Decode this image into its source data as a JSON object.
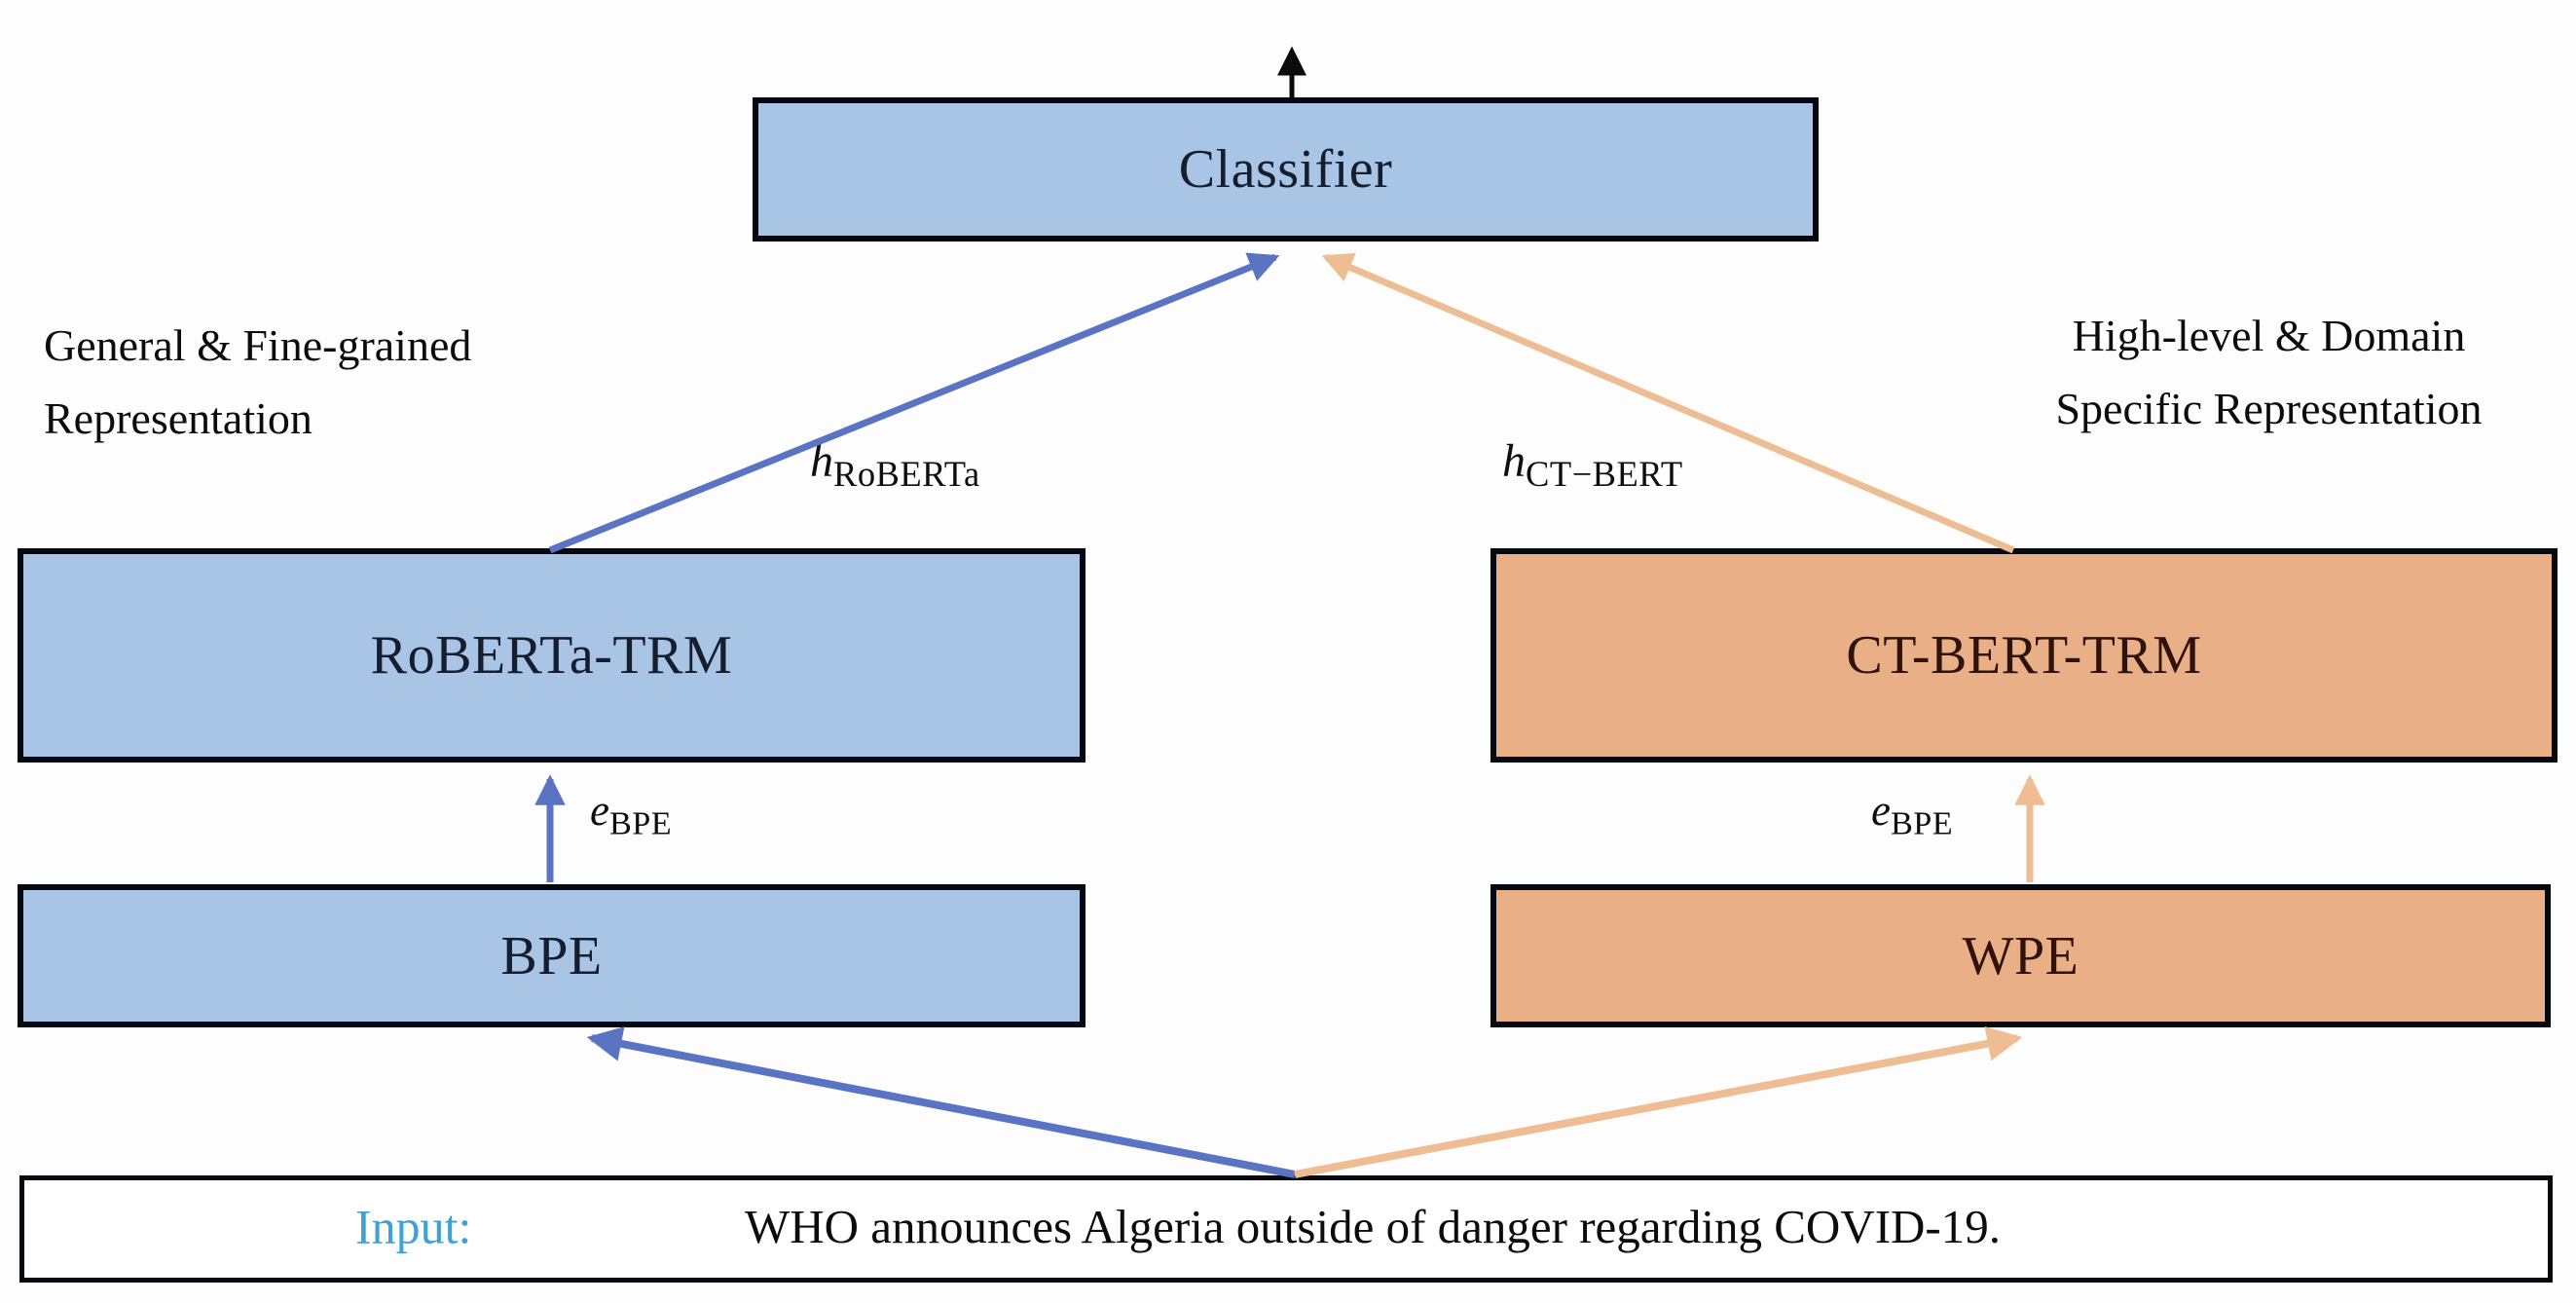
{
  "nodes": {
    "classifier": {
      "label": "Classifier"
    },
    "roberta_trm": {
      "label": "RoBERTa-TRM"
    },
    "ct_bert_trm": {
      "label": "CT-BERT-TRM"
    },
    "bpe": {
      "label": "BPE"
    },
    "wpe": {
      "label": "WPE"
    }
  },
  "annotations": {
    "left": {
      "line1": "General & Fine-grained",
      "line2": "Representation"
    },
    "right": {
      "line1": "High-level & Domain",
      "line2": "Specific Representation"
    }
  },
  "edge_labels": {
    "h_roberta": {
      "base": "h",
      "sub": "RoBERTa"
    },
    "h_ct_bert": {
      "base": "h",
      "sub": "CT−BERT"
    },
    "e_bpe_left": {
      "base": "e",
      "sub": "BPE"
    },
    "e_bpe_right": {
      "base": "e",
      "sub": "BPE"
    }
  },
  "input": {
    "label": "Input:",
    "sentence": "WHO announces Algeria outside of danger regarding COVID-19."
  },
  "colors": {
    "blue_fill": "#a8c5e6",
    "orange_fill": "#e9b088",
    "blue_arrow": "#5b73c3",
    "orange_arrow": "#eebd94",
    "black_arrow": "#0b0b0b",
    "input_label": "#3ea1da",
    "blue_text": "#141e2e",
    "orange_text": "#2f130b",
    "border": "#06080f"
  }
}
